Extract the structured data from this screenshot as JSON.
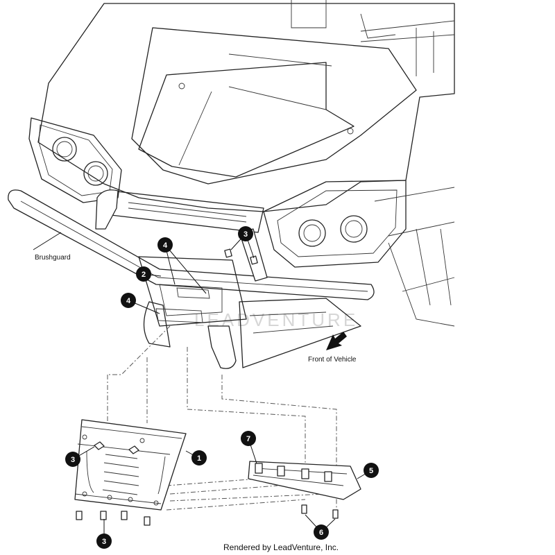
{
  "labels": {
    "brushguard": "Brushguard",
    "front_of_vehicle": "Front of Vehicle",
    "credit": "Rendered by LeadVenture, Inc.",
    "watermark": "LEADVENTURE"
  },
  "callouts": [
    {
      "id": "1",
      "text": "1"
    },
    {
      "id": "2",
      "text": "2"
    },
    {
      "id": "3a",
      "text": "3"
    },
    {
      "id": "3b",
      "text": "3"
    },
    {
      "id": "3c",
      "text": "3"
    },
    {
      "id": "4a",
      "text": "4"
    },
    {
      "id": "4b",
      "text": "4"
    },
    {
      "id": "5",
      "text": "5"
    },
    {
      "id": "6",
      "text": "6"
    },
    {
      "id": "7",
      "text": "7"
    }
  ],
  "colors": {
    "line": "#222222",
    "callout_fill": "#111111",
    "background": "#ffffff"
  }
}
